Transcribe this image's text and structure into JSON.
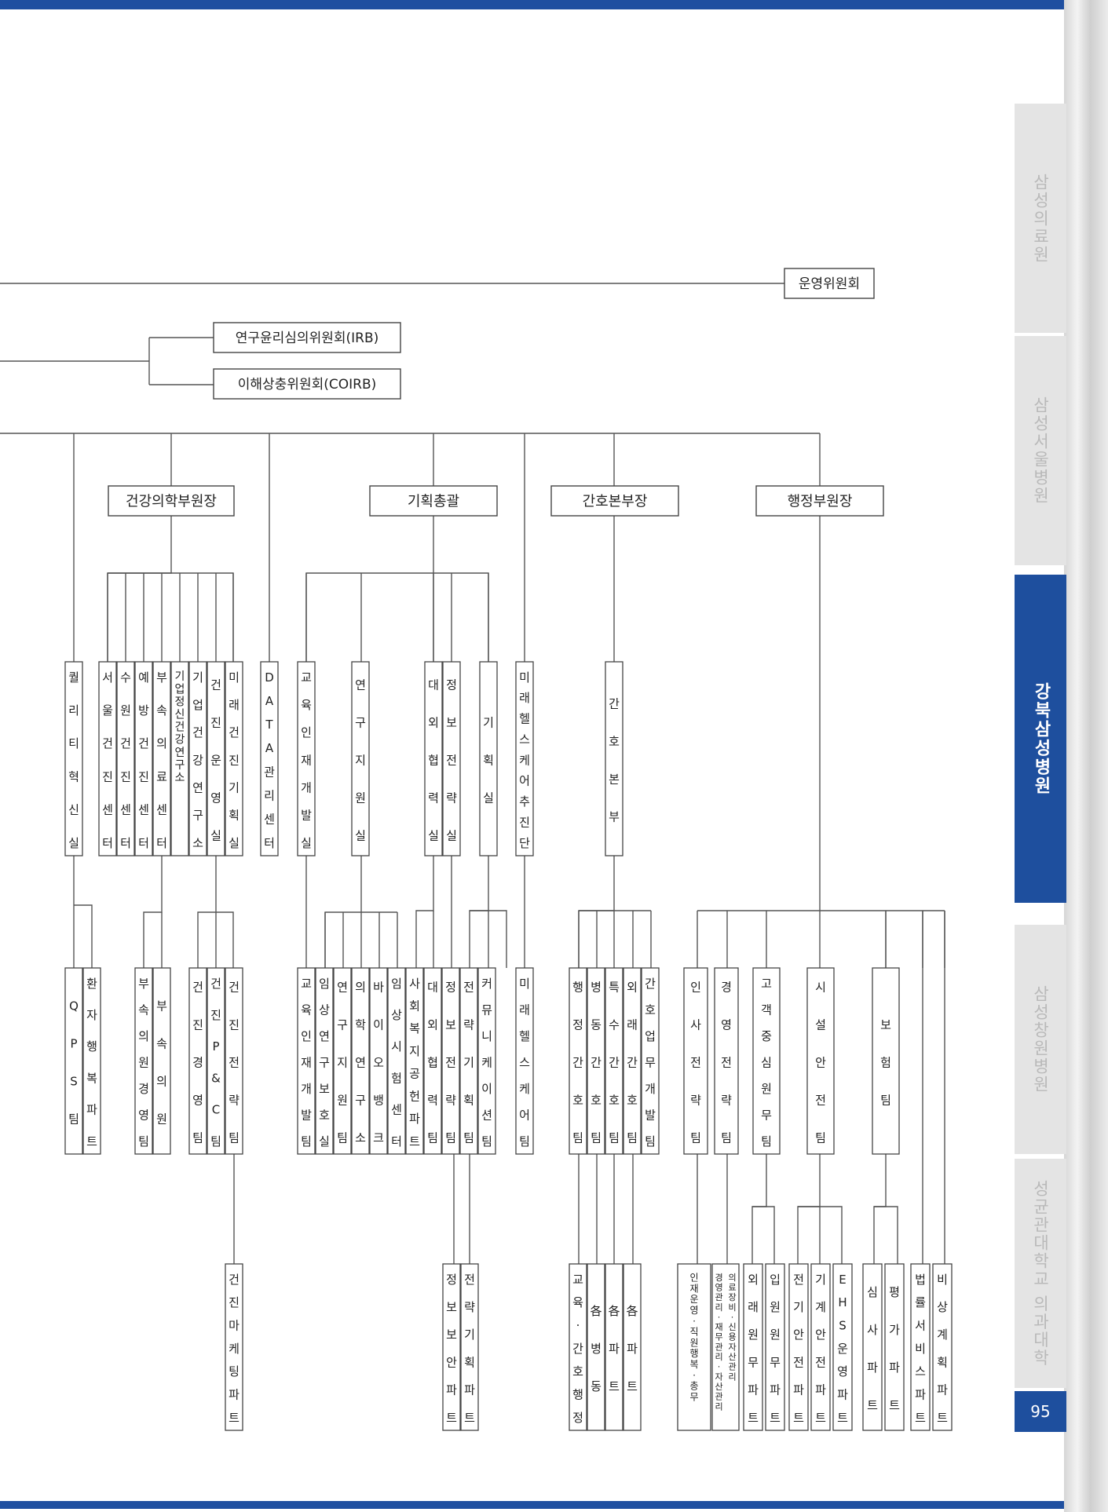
{
  "side_tabs": [
    {
      "label": "삼성의료원",
      "active": false
    },
    {
      "label": "삼성서울병원",
      "active": false
    },
    {
      "label": "강북삼성병원",
      "active": true
    },
    {
      "label": "삼성창원병원",
      "active": false
    },
    {
      "label": "성균관대학교 의과대학",
      "active": false
    }
  ],
  "page_number": "95",
  "committees": {
    "operating": "운영위원회",
    "irb": "연구윤리심의위원회(IRB)",
    "coirb": "이해상충위원회(COIRB)"
  },
  "vice_heads": {
    "health": "건강의학부원장",
    "planning": "기획총괄",
    "nursing": "간호본부장",
    "admin": "행정부원장"
  },
  "level1": {
    "quality": "퀄리티혁신실",
    "seoul_center": "서울건진센터",
    "suwon_center": "수원건진센터",
    "prevention_center": "예방건진센터",
    "clinic_center": "부속의료센터",
    "mental_institute": "기업정신건강연구소",
    "corp_institute": "기업건강연구소",
    "checkup_ops": "건진운영실",
    "future_planning": "미래건진기획실",
    "data_center": "DATA관리센터",
    "education": "교육인재개발실",
    "research_support": "연구지원실",
    "external": "대외협력실",
    "info_strategy": "정보전략실",
    "planning_office": "기획실",
    "future_health": "미래헬스케어추진단",
    "nursing_dept": "간호본부"
  },
  "level2": {
    "qps": "QPS팀",
    "patient_happy": "환자행복파트",
    "clinic_mgmt": "부속의원경영팀",
    "clinic": "부속의원",
    "checkup_mgmt": "건진경영팀",
    "checkup_pc": "건진P&C팀",
    "checkup_strategy": "건진전략팀",
    "edu_team": "교육인재개발팀",
    "clinical_room": "임상연구보호실",
    "research_support_team": "연구지원팀",
    "med_institute": "의학연구소",
    "biobank": "바이오뱅크",
    "clinical_trial": "임상시험센터",
    "social_welfare": "사회복지공헌파트",
    "external_team": "대외협력팀",
    "info_strategy_team": "정보전략팀",
    "strategy_planning": "전략기획팀",
    "communication": "커뮤니케이션팀",
    "future_health_team": "미래헬스케어팀",
    "nursing_admin": "행정간호팀",
    "ward_nursing": "병동간호팀",
    "special_nursing": "특수간호팀",
    "outpatient_nursing": "외래간호팀",
    "nursing_dev": "간호업무개발팀",
    "hr_strategy": "인사전략팀",
    "mgmt_strategy": "경영전략팀",
    "customer": "고객중심원무팀",
    "facility": "시설안전팀",
    "insurance": "보험팀"
  },
  "level3": {
    "checkup_marketing": "건진마케팅파트",
    "info_security": "정보보안파트",
    "strategy_part": "전략기획파트",
    "edu_admin": "교육·간호행정",
    "each_ward": "各병동",
    "each_part1": "各파트",
    "each_part2": "各파트",
    "hr_ops": "인재운영·직원행복·총무",
    "mgmt_finance": "경영관리·재무관리·자산관리·의료장비·신용자산관리",
    "outpatient_part": "외래원무파트",
    "inpatient_part": "입원원무파트",
    "electric": "전기안전파트",
    "mechanic": "기계안전파트",
    "ehs": "EHS운영파트",
    "review": "심사파트",
    "evaluation": "평가파트",
    "legal": "법률서비스파트",
    "emergency": "비상계획파트"
  }
}
